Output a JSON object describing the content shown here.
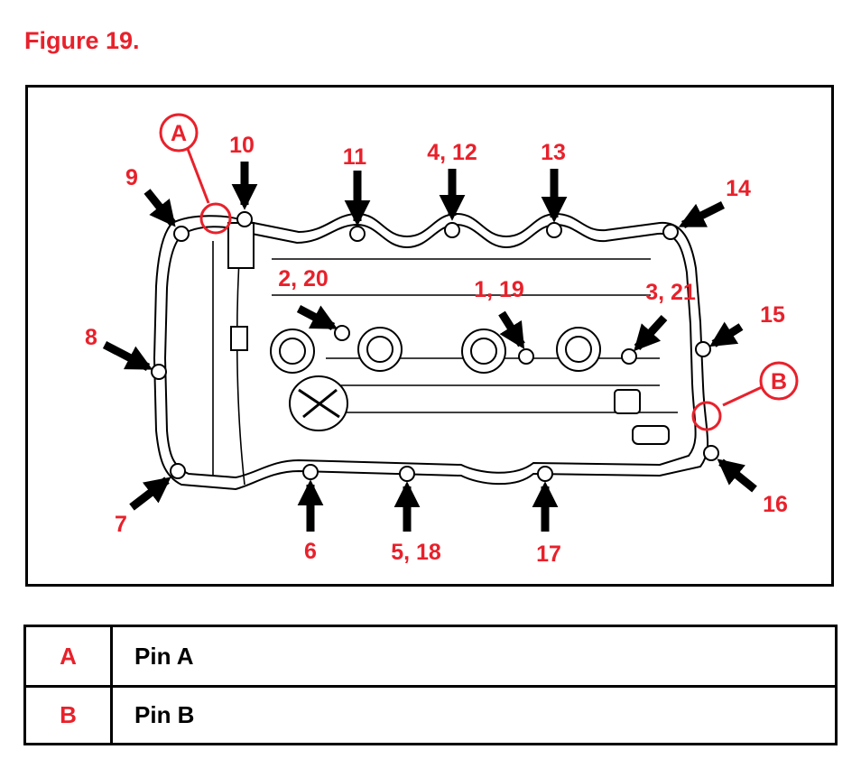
{
  "figure_title": "Figure 19.",
  "accent_color": "#e8212b",
  "callouts": [
    {
      "label": "1, 19"
    },
    {
      "label": "2, 20"
    },
    {
      "label": "3, 21"
    },
    {
      "label": "4, 12"
    },
    {
      "label": "5, 18"
    },
    {
      "label": "6"
    },
    {
      "label": "7"
    },
    {
      "label": "8"
    },
    {
      "label": "9"
    },
    {
      "label": "10"
    },
    {
      "label": "11"
    },
    {
      "label": "13"
    },
    {
      "label": "14"
    },
    {
      "label": "15"
    },
    {
      "label": "16"
    },
    {
      "label": "17"
    }
  ],
  "pins": [
    {
      "letter": "A"
    },
    {
      "letter": "B"
    }
  ],
  "legend": [
    {
      "key": "A",
      "value": "Pin A"
    },
    {
      "key": "B",
      "value": "Pin B"
    }
  ]
}
